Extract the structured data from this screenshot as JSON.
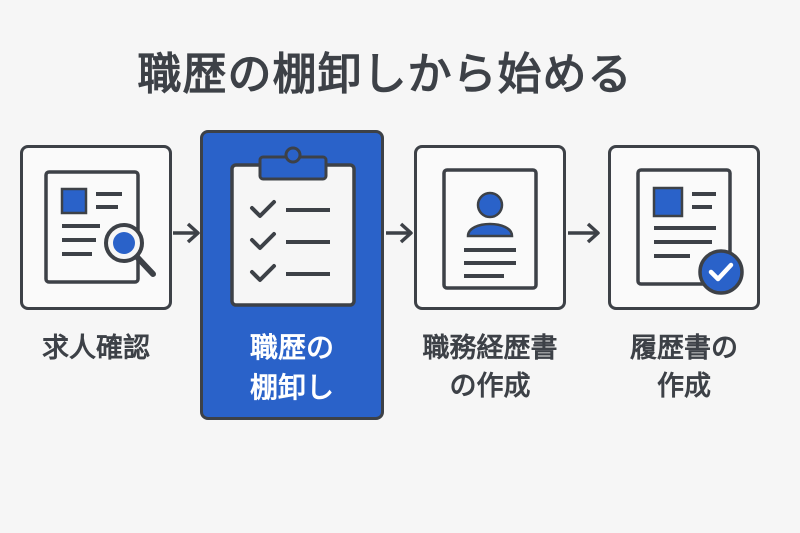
{
  "title": "職歴の棚卸しから始める",
  "colors": {
    "accent": "#2a62c9",
    "stroke": "#3d4147",
    "background": "#f6f6f6"
  },
  "steps": [
    {
      "label": "求人確認",
      "icon": "job-posting-search-icon",
      "active": false
    },
    {
      "label": "職歴の\n棚卸し",
      "icon": "clipboard-checklist-icon",
      "active": true
    },
    {
      "label": "職務経歴書\nの作成",
      "icon": "profile-document-icon",
      "active": false
    },
    {
      "label": "履歴書の\n作成",
      "icon": "resume-check-icon",
      "active": false
    }
  ]
}
